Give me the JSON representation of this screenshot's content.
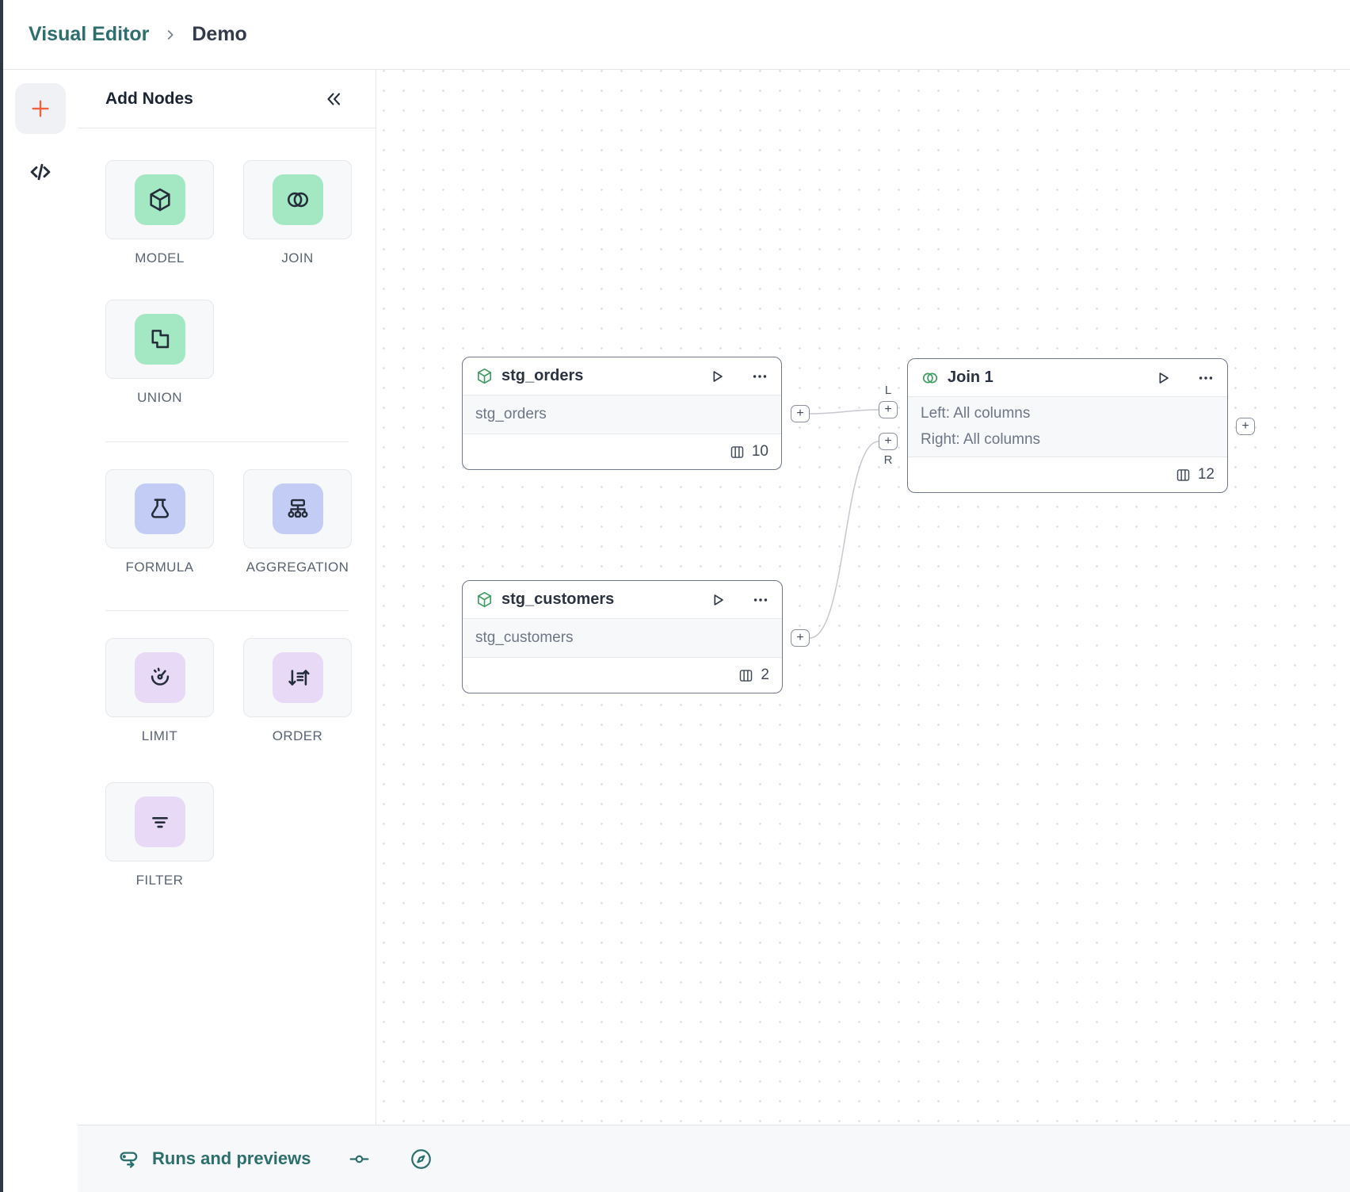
{
  "breadcrumb": {
    "section": "Visual Editor",
    "page": "Demo"
  },
  "panel": {
    "title": "Add Nodes",
    "groups": [
      {
        "accent": "#a4e7c3",
        "items": [
          {
            "label": "MODEL",
            "icon": "cube-icon"
          },
          {
            "label": "JOIN",
            "icon": "join-circles-icon"
          },
          {
            "label": "UNION",
            "icon": "union-squares-icon"
          }
        ]
      },
      {
        "accent": "#c3ccf4",
        "items": [
          {
            "label": "FORMULA",
            "icon": "flask-icon"
          },
          {
            "label": "AGGREGATION",
            "icon": "sitemap-icon"
          }
        ]
      },
      {
        "accent": "#e8d9f7",
        "items": [
          {
            "label": "LIMIT",
            "icon": "gauge-icon"
          },
          {
            "label": "ORDER",
            "icon": "sort-icon"
          },
          {
            "label": "FILTER",
            "icon": "filter-lines-icon"
          }
        ]
      }
    ]
  },
  "nodes": [
    {
      "title": "stg_orders",
      "icon": "cube-icon",
      "body_lines": [
        "stg_orders"
      ],
      "columns": "10"
    },
    {
      "title": "Join 1",
      "icon": "join-circles-icon",
      "body_lines": [
        "Left: All columns",
        "Right: All columns"
      ],
      "columns": "12"
    },
    {
      "title": "stg_customers",
      "icon": "cube-icon",
      "body_lines": [
        "stg_customers"
      ],
      "columns": "2"
    }
  ],
  "handles": {
    "plus": "+",
    "left_label": "L",
    "right_label": "R"
  },
  "status_bar": {
    "runs_label": "Runs and previews"
  },
  "colors": {
    "accent_teal": "#2d6f6d",
    "orange_plus": "#f0613d",
    "node_icon_green": "#3e9e62",
    "group_mint": "#a4e7c3",
    "group_periwinkle": "#c3ccf4",
    "group_lavender": "#e8d9f7"
  }
}
